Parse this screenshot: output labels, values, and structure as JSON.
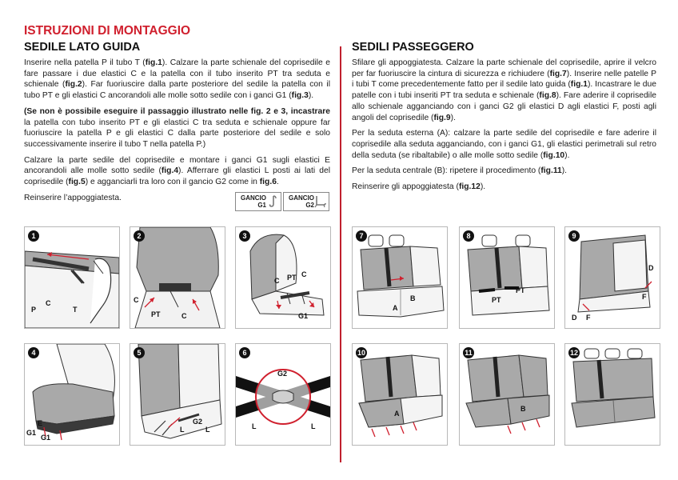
{
  "header": {
    "main_title": "ISTRUZIONI DI MONTAGGIO",
    "left_title": "SEDILE LATO GUIDA",
    "right_title": "SEDILI PASSEGGERO"
  },
  "left_column": {
    "p1": [
      {
        "t": "Inserire nella patella P il tubo T ("
      },
      {
        "t": "fig.1",
        "b": true
      },
      {
        "t": "). Calzare la parte schienale del coprisedile e fare passare i due elastici C e la patella con il tubo inserito PT tra seduta e schienale ("
      },
      {
        "t": "fig.2",
        "b": true
      },
      {
        "t": "). Far fuoriuscire dalla parte posteriore del sedile la patella con il tubo PT e gli elastici C ancorandoli alle molle sotto sedile con i ganci G1 ("
      },
      {
        "t": "fig.3",
        "b": true
      },
      {
        "t": ")."
      }
    ],
    "p2": [
      {
        "t": "(Se non è possibile eseguire il passaggio illustrato nelle fig. 2 e 3, incastrare",
        "b": true
      },
      {
        "t": " la patella con tubo inserito PT e gli elastici C tra seduta e schienale oppure far fuoriuscire la patella P e gli elastici C dalla parte posteriore del sedile e solo successivamente inserire il tubo T nella patella P.)"
      }
    ],
    "p3": [
      {
        "t": "Calzare la parte sedile del coprisedile e montare i ganci G1 sugli elastici E ancorandoli alle molle sotto sedile ("
      },
      {
        "t": "fig.4",
        "b": true
      },
      {
        "t": "). Afferrare gli elastici L posti ai lati del coprisedile ("
      },
      {
        "t": "fig.5",
        "b": true
      },
      {
        "t": ") e agganciarli tra loro con il gancio G2 come in "
      },
      {
        "t": "fig.6",
        "b": true
      },
      {
        "t": "."
      }
    ],
    "p4": [
      {
        "t": "Reinserire l’appoggiatesta."
      }
    ]
  },
  "right_column": {
    "p1": [
      {
        "t": "Sfilare gli appoggiatesta. Calzare la parte schienale del coprisedile, aprire il velcro per far fuoriuscire la cintura di sicurezza e richiudere ("
      },
      {
        "t": "fig.7",
        "b": true
      },
      {
        "t": "). Inserire nelle patelle P i tubi T come precedentemente fatto per il sedile lato guida ("
      },
      {
        "t": "fig.1",
        "b": true
      },
      {
        "t": "). Incastrare le due patelle con i tubi inseriti PT tra seduta e schienale ("
      },
      {
        "t": "fig.8",
        "b": true
      },
      {
        "t": "). Fare aderire il coprisedile allo schienale agganciando con i ganci G2 gli elastici D agli elastici F, posti agli angoli del coprisedile ("
      },
      {
        "t": "fig.9",
        "b": true
      },
      {
        "t": ")."
      }
    ],
    "p2": [
      {
        "t": "Per la seduta esterna (A): calzare la parte sedile del coprisedile e fare aderire il coprisedile alla seduta agganciando, con i ganci G1, gli elastici perimetrali sul retro della seduta (se ribaltabile) o alle molle sotto sedile ("
      },
      {
        "t": "fig.10",
        "b": true
      },
      {
        "t": ")."
      }
    ],
    "p3": [
      {
        "t": "Per la seduta centrale (B): ripetere il procedimento ("
      },
      {
        "t": "fig.11",
        "b": true
      },
      {
        "t": ")."
      }
    ],
    "p4": [
      {
        "t": "Reinserire gli appoggiatesta ("
      },
      {
        "t": "fig.12",
        "b": true
      },
      {
        "t": ")."
      }
    ]
  },
  "legend": {
    "g1": {
      "line1": "GANCIO",
      "line2": "G1"
    },
    "g2": {
      "line1": "GANCIO",
      "line2": "G2"
    }
  },
  "figures": {
    "f1": {
      "num": "1",
      "labels": {
        "p": "P",
        "c": "C",
        "t": "T"
      }
    },
    "f2": {
      "num": "2",
      "labels": {
        "c1": "C",
        "pt": "PT",
        "c2": "C"
      }
    },
    "f3": {
      "num": "3",
      "labels": {
        "c1": "C",
        "pt": "PT",
        "c2": "C",
        "g1": "G1"
      }
    },
    "f4": {
      "num": "4",
      "labels": {
        "e": "E",
        "g1a": "G1",
        "g1b": "G1"
      }
    },
    "f5": {
      "num": "5",
      "labels": {
        "g2": "G2",
        "l1": "L",
        "l2": "L"
      }
    },
    "f6": {
      "num": "6",
      "labels": {
        "g2": "G2",
        "l1": "L",
        "l2": "L"
      }
    },
    "f7": {
      "num": "7",
      "labels": {
        "a": "A",
        "b": "B"
      }
    },
    "f8": {
      "num": "8",
      "labels": {
        "pt1": "PT",
        "pt2": "PT"
      }
    },
    "f9": {
      "num": "9",
      "labels": {
        "d1": "D",
        "f1": "F",
        "d2": "D",
        "f2": "F"
      }
    },
    "f10": {
      "num": "10",
      "labels": {
        "a": "A"
      }
    },
    "f11": {
      "num": "11",
      "labels": {
        "b": "B"
      }
    },
    "f12": {
      "num": "12",
      "labels": {}
    }
  },
  "colors": {
    "accent_red": "#d0202e",
    "cover_grey": "#a9a9a9",
    "dark_grey": "#3a3a3a"
  }
}
